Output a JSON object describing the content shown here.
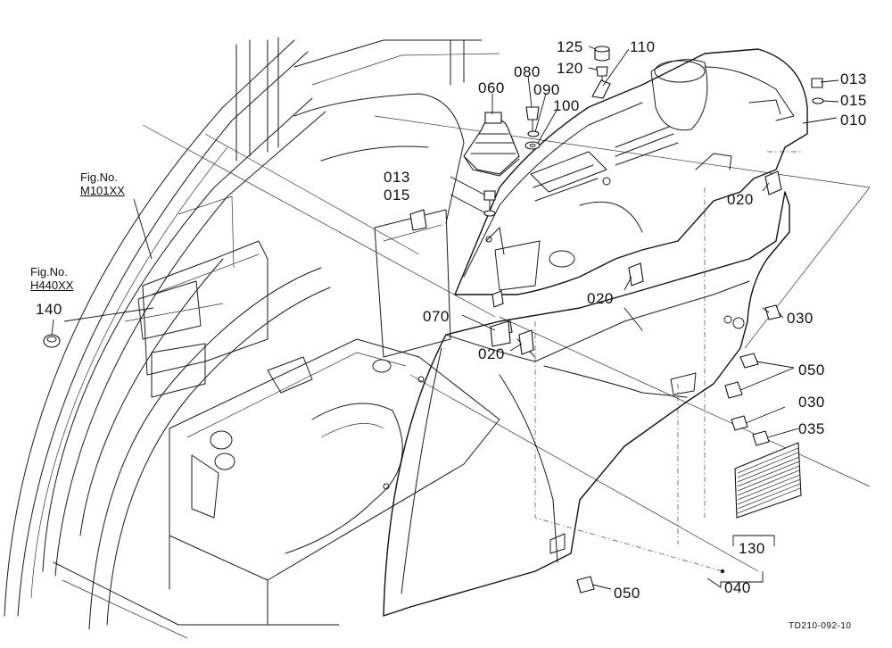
{
  "callouts": {
    "c125": "125",
    "c110": "110",
    "c120": "120",
    "c080": "080",
    "c060": "060",
    "c090": "090",
    "c100": "100",
    "c013_top": "013",
    "c015_top": "015",
    "c010": "010",
    "c013_mid": "013",
    "c015_mid": "015",
    "c020_right": "020",
    "c020_mid": "020",
    "c070": "070",
    "c020_low": "020",
    "c030_top": "030",
    "c050_right": "050",
    "c030_low": "030",
    "c035": "035",
    "c130": "130",
    "c040": "040",
    "c050_bottom": "050",
    "c140": "140"
  },
  "figure_refs": {
    "m101": {
      "line1": "Fig.No.",
      "line2": "M101XX"
    },
    "h440": {
      "line1": "Fig.No.",
      "line2": "H440XX"
    }
  },
  "drawing_code": "TD210-092-10"
}
